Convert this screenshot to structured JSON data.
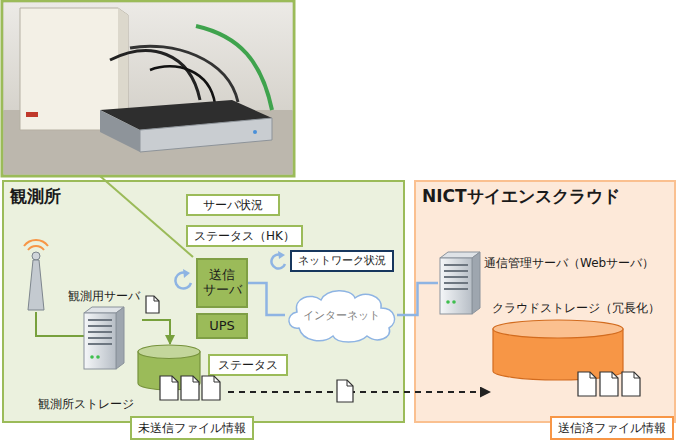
{
  "diagram": {
    "nodes": [
      {
        "text": [
          "観測所"
        ]
      },
      {
        "text": [
          "サーバ状況"
        ],
        "in": 0
      },
      {
        "text": [
          "ステータス（HK）"
        ],
        "in": 0
      },
      {
        "text": [
          "送信サーバ"
        ],
        "in": 0
      },
      {
        "text": [
          "UPS"
        ],
        "in": 0
      },
      {
        "text": [
          "ステータス"
        ],
        "in": 0
      },
      {
        "text": [
          "ネットワーク状況"
        ],
        "in": 0
      },
      {
        "text": [
          "インターネット"
        ],
        "in": 0
      },
      {
        "text": [
          "観測用サーバ"
        ],
        "in": 0
      },
      {
        "text": [
          "観測所ストレージ"
        ],
        "in": 0
      },
      {
        "text": [
          "NICTサイエンスクラウド"
        ]
      },
      {
        "text": [
          "通信管理サーバ（Webサーバ）"
        ],
        "in": 10
      },
      {
        "text": [
          "クラウドストレージ（冗長化）"
        ],
        "in": 10
      },
      {
        "text": [
          "未送信ファイル情報"
        ]
      },
      {
        "text": [
          "送信済ファイル情報"
        ]
      }
    ],
    "edges": [
      {
        "from": 8,
        "to": 9,
        "arrow": "to"
      },
      {
        "from": 3,
        "to": 7,
        "arrow": "none"
      },
      {
        "from": 7,
        "to": 11,
        "arrow": "none"
      },
      {
        "from": 9,
        "to": 12,
        "arrow": "to"
      }
    ]
  }
}
